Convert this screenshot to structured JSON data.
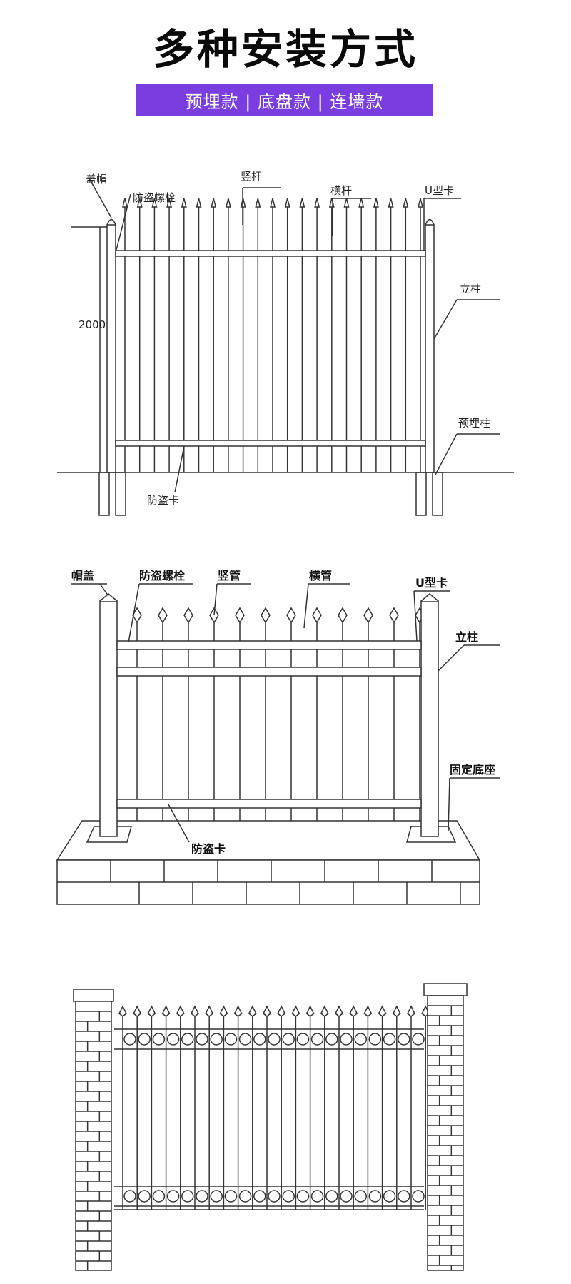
{
  "title": "多种安装方式",
  "banner": "预埋款 | 底盘款 | 连墙款",
  "diagram1": {
    "labels": {
      "cap": "盖帽",
      "anti_theft_bolt": "防盗螺栓",
      "vertical_bar": "竖杆",
      "horizontal_bar": "横杆",
      "u_clip": "U型卡",
      "post": "立柱",
      "embedded_post": "预埋柱",
      "anti_theft_clip": "防盗卡",
      "height": "2000"
    }
  },
  "diagram2": {
    "labels": {
      "cap": "帽盖",
      "anti_theft_bolt": "防盗螺栓",
      "vertical_tube": "竖管",
      "horizontal_tube": "横管",
      "u_clip": "U型卡",
      "post": "立柱",
      "fixed_base": "固定底座",
      "anti_theft_clip": "防盗卡"
    }
  },
  "colors": {
    "banner": "#7a3ee0",
    "line": "#333333"
  }
}
